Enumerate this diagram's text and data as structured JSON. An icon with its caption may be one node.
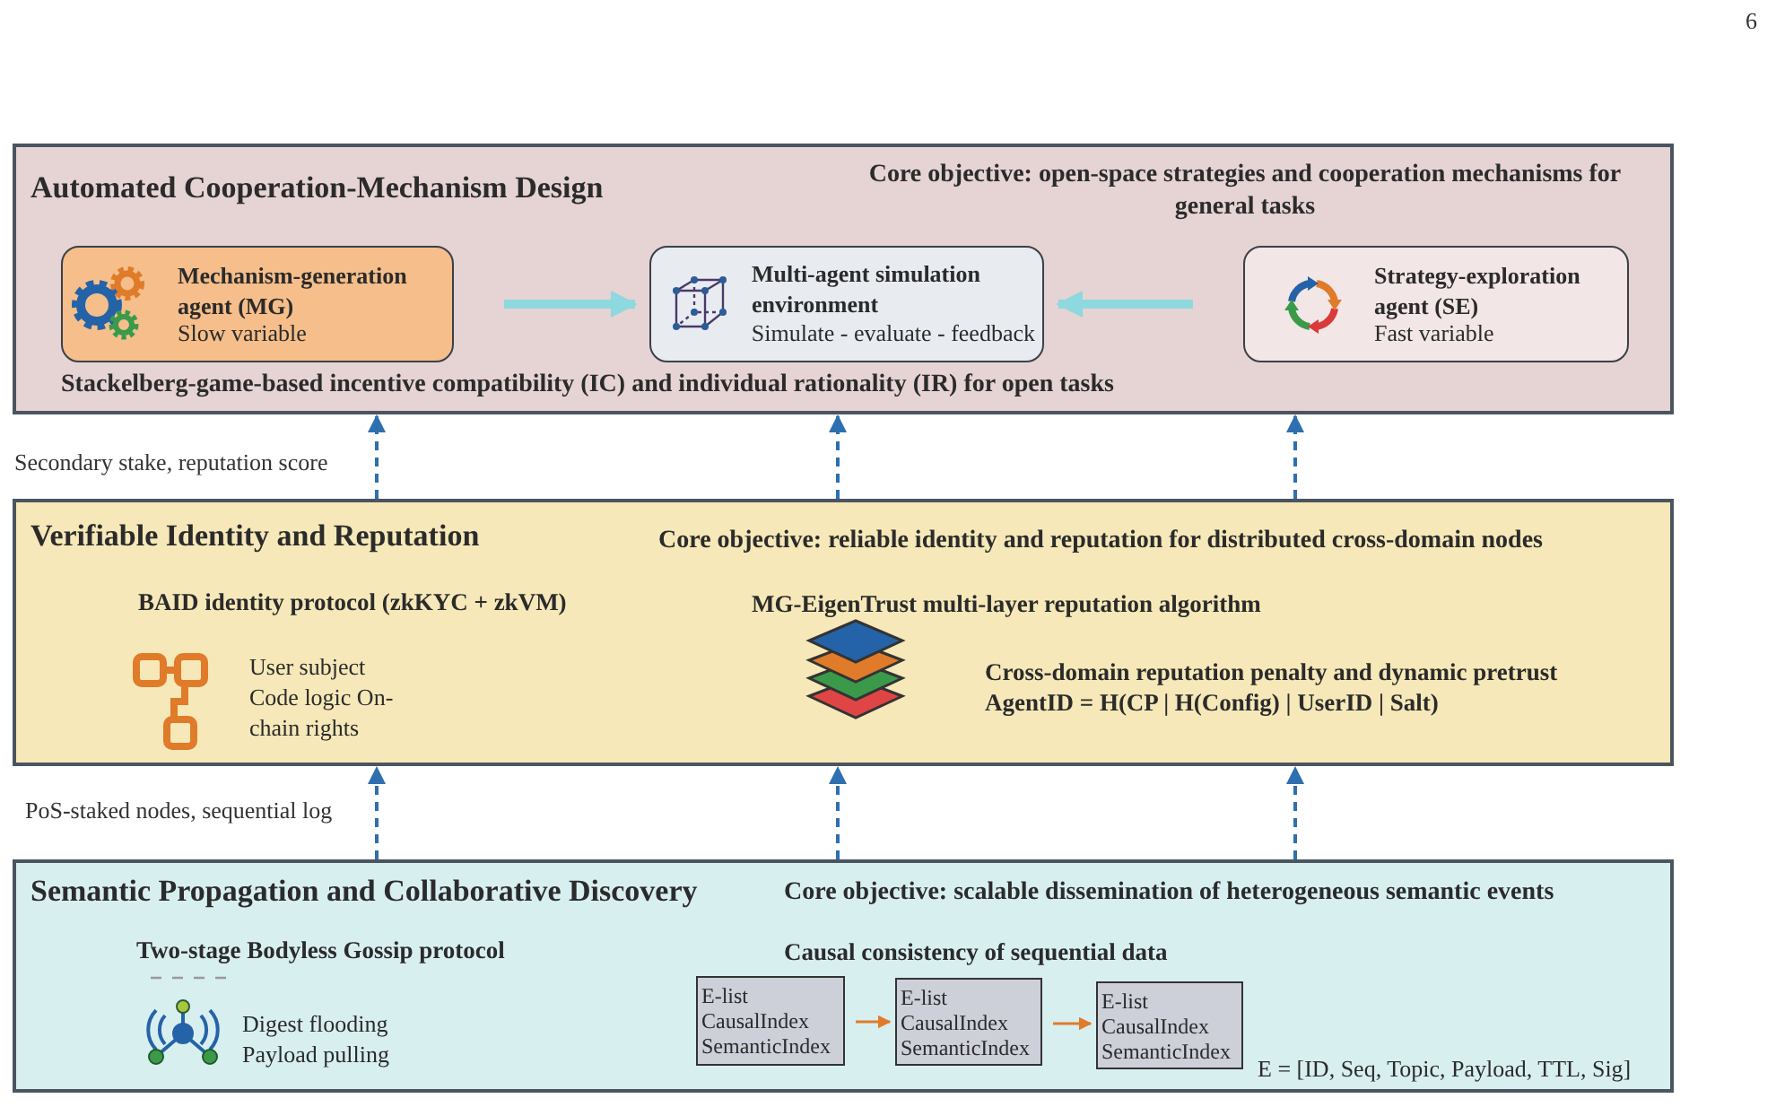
{
  "diagram": {
    "nodes": [
      {
        "text": [
          "Automated Cooperation-Mechanism Design",
          "Core objective: open-space strategies and cooperation mechanisms for general tasks",
          "Stackelberg-game-based incentive compatibility (IC) and individual rationality (IR) for open tasks"
        ]
      },
      {
        "text": [
          "Mechanism-generation agent (MG)",
          "Slow variable"
        ],
        "in": 0
      },
      {
        "text": [
          "Multi-agent simulation environment",
          "Simulate - evaluate - feedback"
        ],
        "in": 0
      },
      {
        "text": [
          "Strategy-exploration agent (SE)",
          "Fast variable"
        ],
        "in": 0
      },
      {
        "text": [
          "Verifiable Identity and Reputation",
          "Core objective: reliable identity and reputation for distributed cross-domain nodes",
          "BAID identity protocol (zkKYC + zkVM)",
          "User subject Code logic On-chain rights",
          "MG-EigenTrust multi-layer reputation algorithm",
          "Cross-domain reputation penalty and dynamic pretrust",
          "AgentID = H(CP | H(Config) | UserID | Salt)"
        ]
      },
      {
        "text": [
          "Semantic Propagation and Collaborative Discovery",
          "Core objective: scalable dissemination of heterogeneous semantic events",
          "Two-stage Bodyless Gossip protocol",
          "Digest flooding Payload pulling",
          "Causal consistency of sequential data",
          "E = [ID, Seq, Topic, Payload, TTL, Sig]"
        ]
      },
      {
        "text": [
          "E-list CausalIndex SemanticIndex"
        ],
        "in": 5
      },
      {
        "text": [
          "E-list CausalIndex SemanticIndex"
        ],
        "in": 5
      },
      {
        "text": [
          "E-list CausalIndex SemanticIndex"
        ],
        "in": 5
      }
    ],
    "edges": [
      {
        "from": 1,
        "to": 2,
        "arrow": "to",
        "style": "thick",
        "color": "#8ed8e0"
      },
      {
        "from": 3,
        "to": 2,
        "arrow": "to",
        "style": "thick",
        "color": "#8ed8e0"
      },
      {
        "from": 4,
        "to": 0,
        "arrow": "to",
        "style": "dashed"
      },
      {
        "from": 4,
        "to": 0,
        "arrow": "to",
        "style": "dashed"
      },
      {
        "from": 4,
        "to": 0,
        "arrow": "to",
        "style": "dashed"
      },
      {
        "from": 5,
        "to": 4,
        "arrow": "to",
        "style": "dashed"
      },
      {
        "from": 5,
        "to": 4,
        "arrow": "to",
        "style": "dashed"
      },
      {
        "from": 5,
        "to": 4,
        "arrow": "to",
        "style": "dashed"
      },
      {
        "from": 6,
        "to": 7,
        "arrow": "to",
        "color": "#e07b2a"
      },
      {
        "from": 7,
        "to": 8,
        "arrow": "to",
        "color": "#e07b2a"
      }
    ],
    "labels": [
      "6",
      "Secondary stake, reputation score",
      "PoS-staked nodes, sequential log"
    ]
  }
}
